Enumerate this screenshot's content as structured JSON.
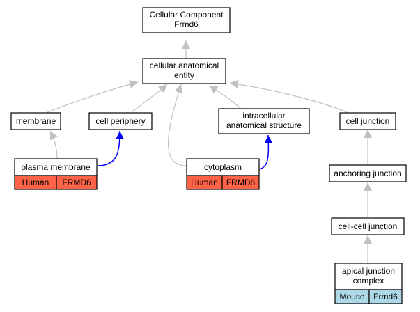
{
  "colors": {
    "human": "#ff6347",
    "mouse": "#add8e6",
    "edge_is_a": "#c0c0c0",
    "edge_part_of": "#0000ff"
  },
  "nodes": {
    "root": {
      "lines": [
        "Cellular Component",
        "Frmd6"
      ]
    },
    "cae": {
      "lines": [
        "cellular anatomical",
        "entity"
      ]
    },
    "membrane": {
      "lines": [
        "membrane"
      ]
    },
    "periphery": {
      "lines": [
        "cell periphery"
      ]
    },
    "intracell": {
      "lines": [
        "intracellular",
        "anatomical structure"
      ]
    },
    "junction": {
      "lines": [
        "cell junction"
      ]
    },
    "plasma": {
      "lines": [
        "plasma membrane"
      ],
      "annotations": [
        {
          "label": "Human",
          "color": "human"
        },
        {
          "label": "FRMD6",
          "color": "human"
        }
      ]
    },
    "cytoplasm": {
      "lines": [
        "cytoplasm"
      ],
      "annotations": [
        {
          "label": "Human",
          "color": "human"
        },
        {
          "label": "FRMD6",
          "color": "human"
        }
      ]
    },
    "anchoring": {
      "lines": [
        "anchoring junction"
      ]
    },
    "cellcell": {
      "lines": [
        "cell-cell junction"
      ]
    },
    "apical": {
      "lines": [
        "apical junction",
        "complex"
      ],
      "annotations": [
        {
          "label": "Mouse",
          "color": "mouse"
        },
        {
          "label": "Frmd6",
          "color": "mouse"
        }
      ]
    }
  }
}
